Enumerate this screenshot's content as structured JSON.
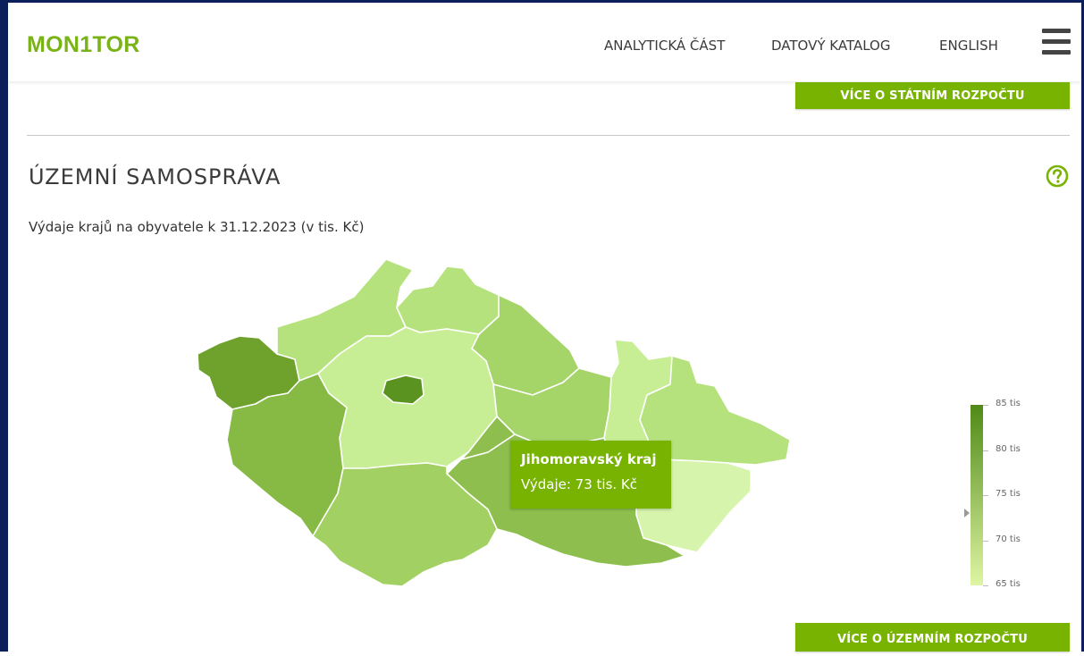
{
  "header": {
    "logo": "MON1TOR",
    "nav": [
      {
        "label": "ANALYTICKÁ ČÁST"
      },
      {
        "label": "DATOVÝ KATALOG"
      },
      {
        "label": "ENGLISH"
      }
    ],
    "menu_icon": "hamburger-icon"
  },
  "state_budget": {
    "button_label": "VÍCE O STÁTNÍM ROZPOČTU"
  },
  "section": {
    "title": "ÚZEMNÍ SAMOSPRÁVA",
    "help_icon": "question-mark-icon",
    "subtitle": "Výdaje krajů na obyvatele k 31.12.2023 (v tis. Kč)"
  },
  "map": {
    "tooltip": {
      "region": "Jihomoravský kraj",
      "label": "Výdaje: 73 tis. Kč",
      "value": 73
    },
    "legend": {
      "ticks": [
        {
          "label": "85 tis",
          "value": 85
        },
        {
          "label": "80 tis",
          "value": 80
        },
        {
          "label": "75 tis",
          "value": 75
        },
        {
          "label": "70 tis",
          "value": 70
        },
        {
          "label": "65 tis",
          "value": 65
        }
      ],
      "min": 65,
      "max": 85,
      "color_low": "#dff5a3",
      "color_high": "#4f8a18",
      "marker_value": 73
    }
  },
  "local_budget": {
    "button_label": "VÍCE O ÚZEMNÍM ROZPOČTU"
  },
  "colors": {
    "accent": "#77b300",
    "logo": "#7ab317",
    "frame": "#0b1f5a"
  }
}
